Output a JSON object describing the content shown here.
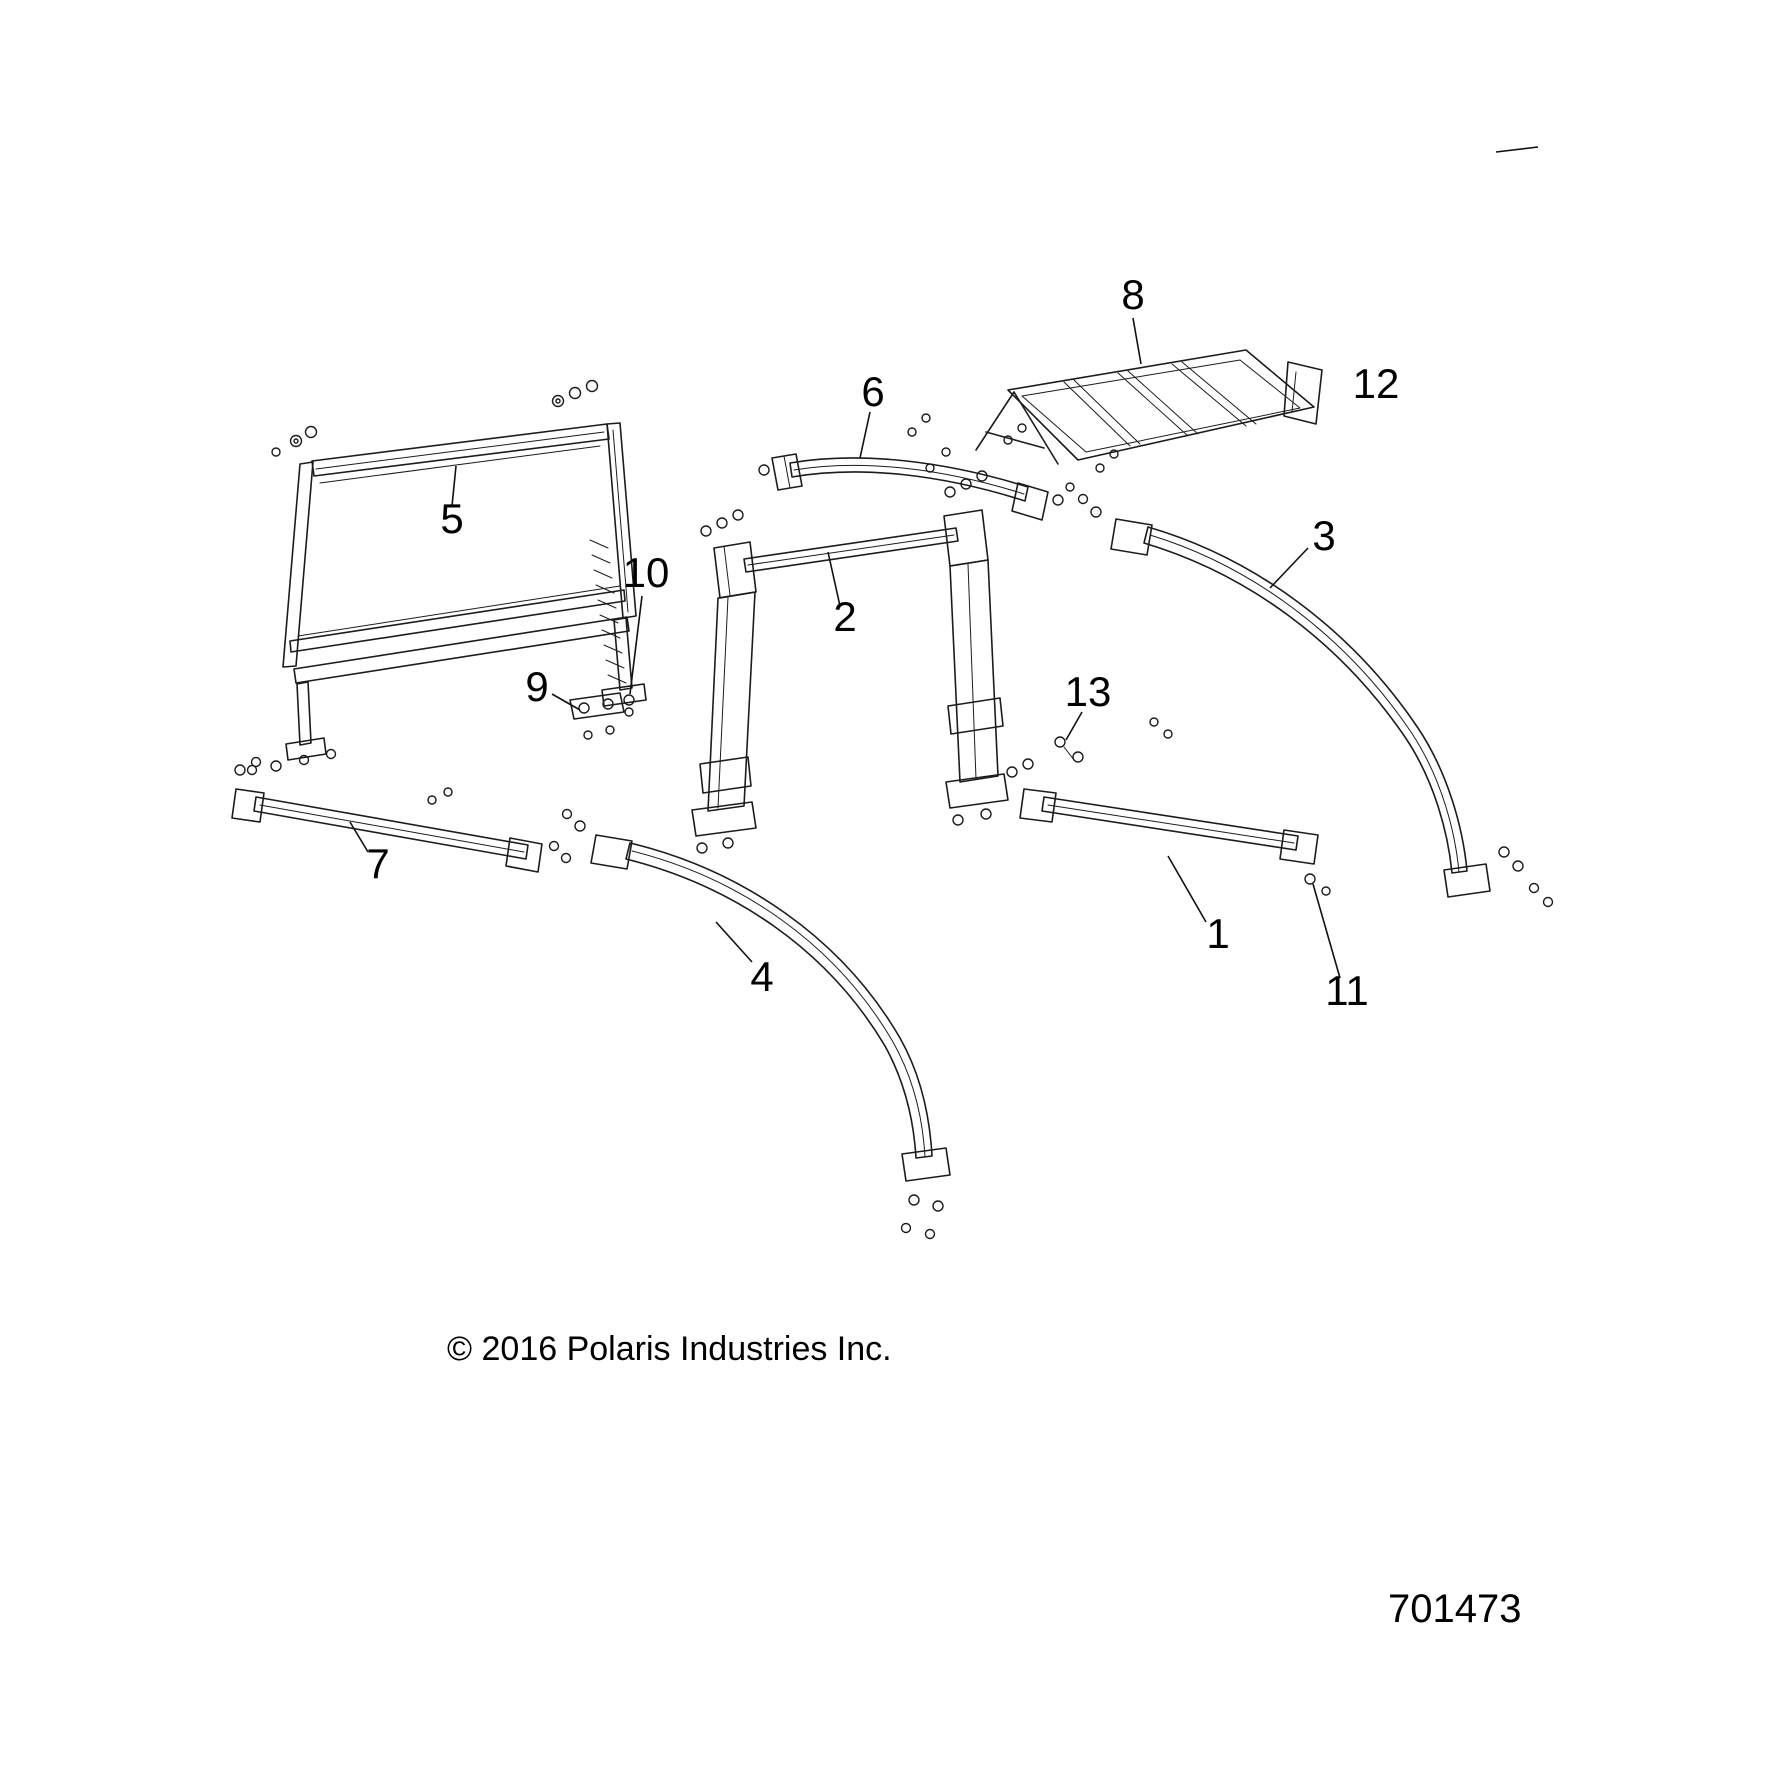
{
  "figure": {
    "copyright": "© 2016 Polaris Industries Inc.",
    "figure_number": "701473"
  },
  "callouts": [
    {
      "label": "1"
    },
    {
      "label": "2"
    },
    {
      "label": "3"
    },
    {
      "label": "4"
    },
    {
      "label": "5"
    },
    {
      "label": "6"
    },
    {
      "label": "7"
    },
    {
      "label": "8"
    },
    {
      "label": "9"
    },
    {
      "label": "10"
    },
    {
      "label": "11"
    },
    {
      "label": "12"
    },
    {
      "label": "13"
    }
  ],
  "colors": {
    "background": "#ffffff",
    "line": "#1c1c1c",
    "text": "#000000"
  }
}
